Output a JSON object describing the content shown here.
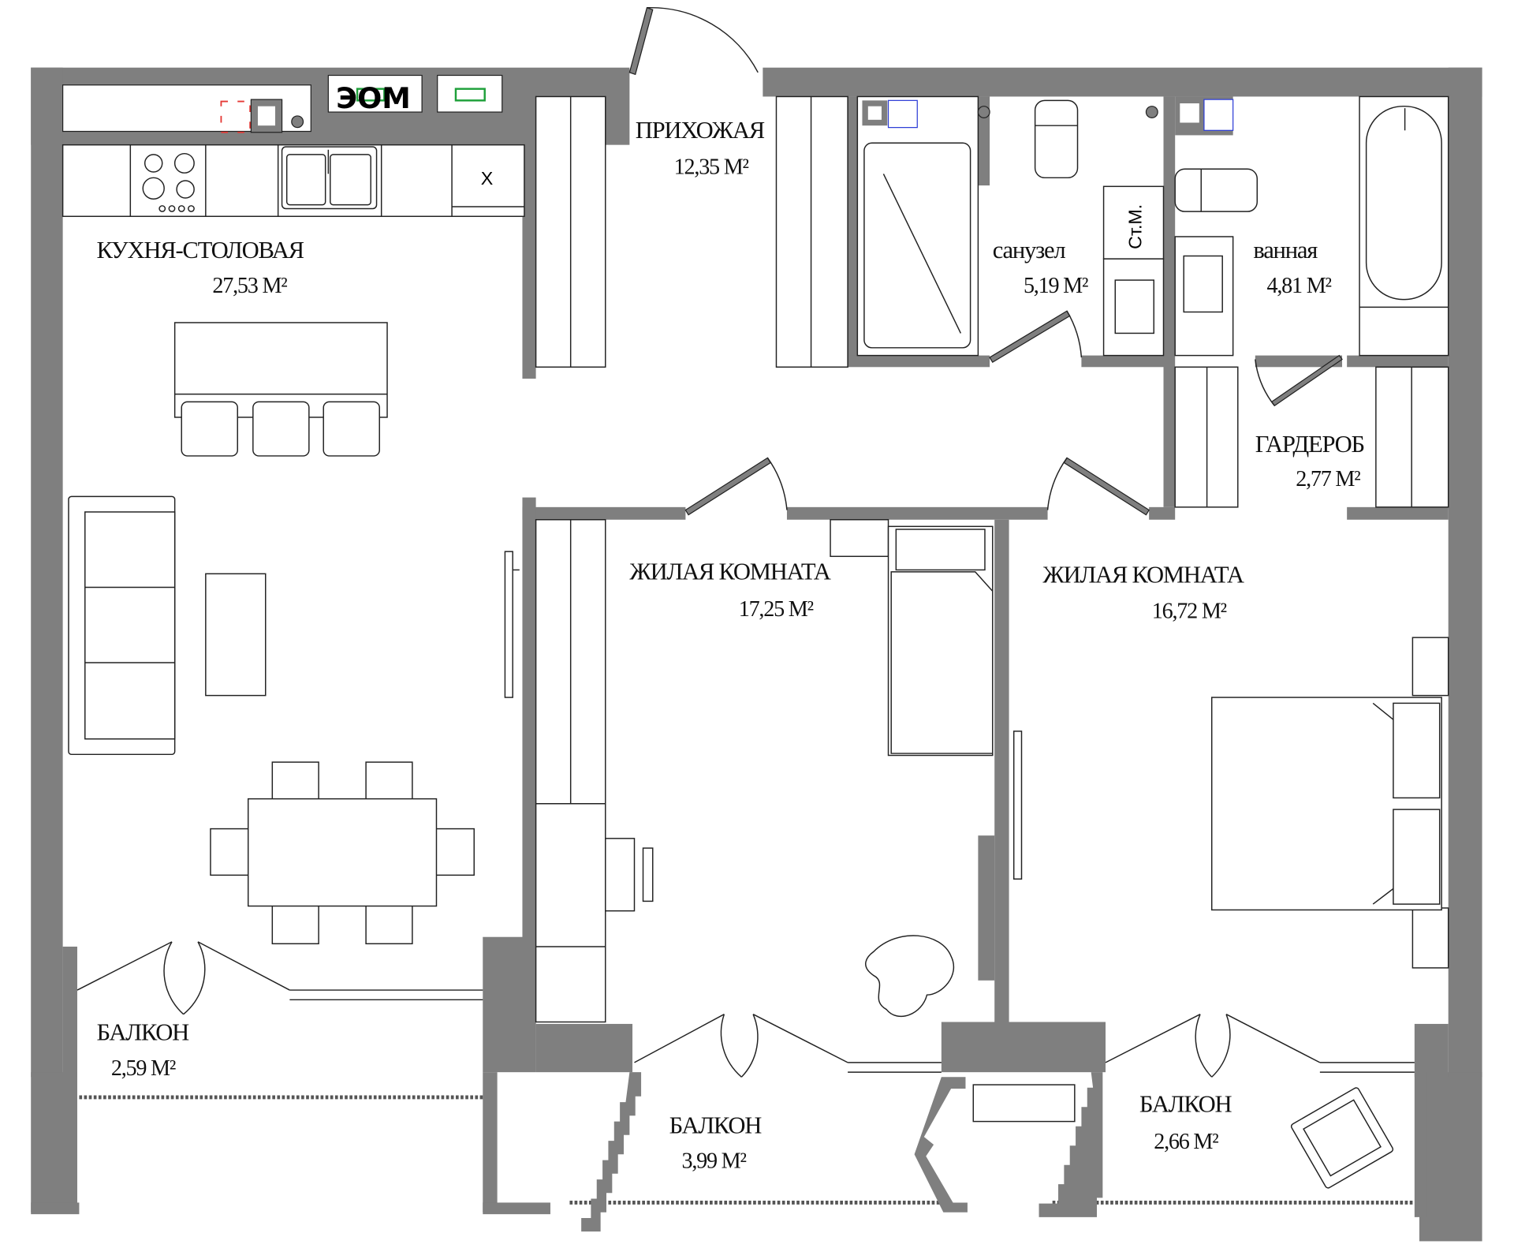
{
  "rooms": [
    {
      "name": "КУХНЯ-СТОЛОВАЯ",
      "area": "27,53 М²"
    },
    {
      "name": "ПРИХОЖАЯ",
      "area": "12,35 М²"
    },
    {
      "name": "санузел",
      "area": "5,19 М²"
    },
    {
      "name": "ванная",
      "area": "4,81 М²"
    },
    {
      "name": "ГАРДЕРОБ",
      "area": "2,77 М²"
    },
    {
      "name": "ЖИЛАЯ КОМНАТА",
      "area": "17,25 М²"
    },
    {
      "name": "ЖИЛАЯ КОМНАТА",
      "area": "16,72 М²"
    },
    {
      "name": "БАЛКОН",
      "area": "2,59 М²"
    },
    {
      "name": "БАЛКОН",
      "area": "3,99 М²"
    },
    {
      "name": "БАЛКОН",
      "area": "2,66 М²"
    }
  ],
  "markers": {
    "eom": "ЭОМ",
    "washing_machine": "Ст.М.",
    "cross": "X"
  },
  "colors": {
    "wall": "#7f7f7f",
    "marker_red": "#e53935",
    "marker_green": "#1ea03a",
    "marker_blue": "#2b3bd6"
  }
}
